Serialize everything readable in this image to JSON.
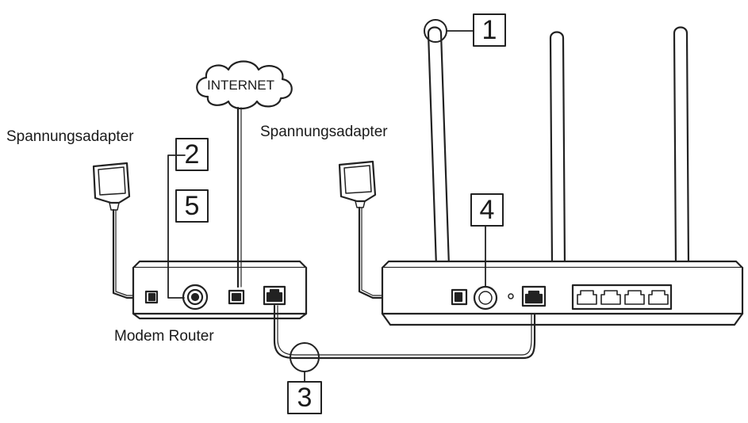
{
  "labels": {
    "power_adapter_left": "Spannungsadapter",
    "power_adapter_right": "Spannungsadapter",
    "internet": "INTERNET",
    "modem_router": "Modem Router"
  },
  "callouts": {
    "antenna": "1",
    "modem_port_top": "2",
    "modem_port_bottom": "5",
    "ethernet_cable": "3",
    "router_power_button": "4"
  },
  "colors": {
    "line": "#222222",
    "device_fill": "#ffffff",
    "background": "#ffffff"
  }
}
